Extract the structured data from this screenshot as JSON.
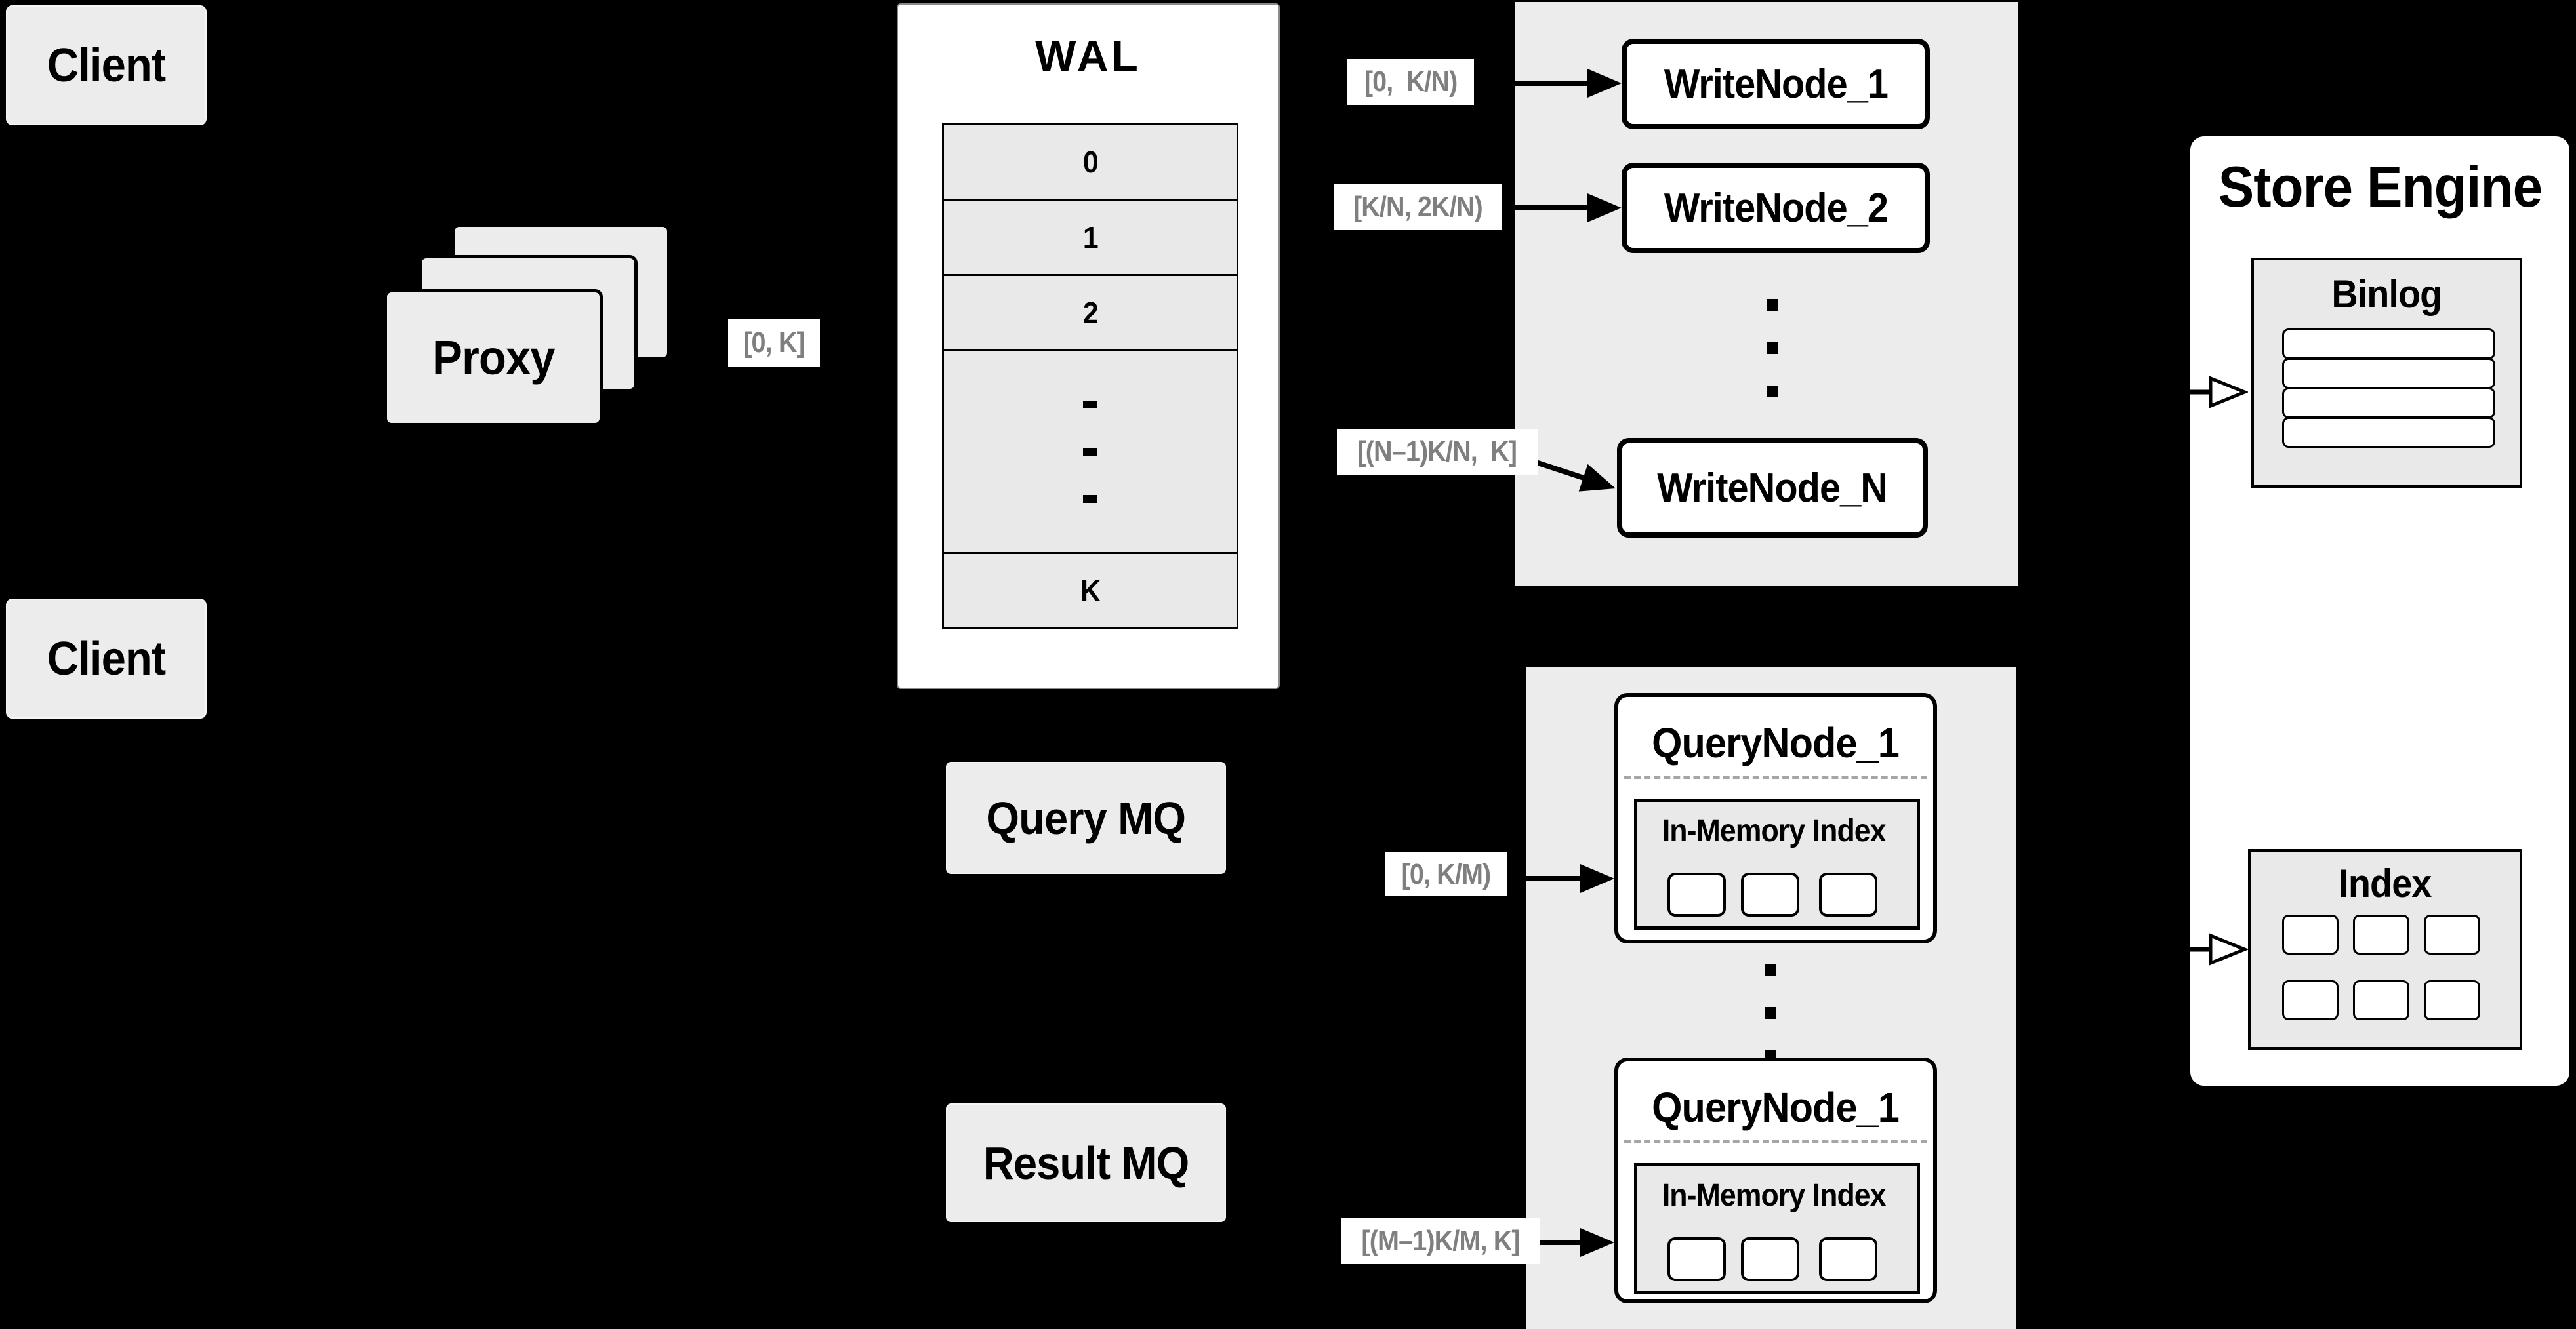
{
  "clients": {
    "top": "Client",
    "bottom": "Client"
  },
  "proxy": {
    "label": "Proxy",
    "range_label": "[0, K]"
  },
  "wal": {
    "title": "WAL",
    "segments": [
      "0",
      "1",
      "2",
      "K"
    ]
  },
  "write_cluster": {
    "ranges": [
      "[0,  K/N)",
      "[K/N, 2K/N)",
      "[(N–1)K/N,  K]"
    ],
    "nodes": [
      "WriteNode_1",
      "WriteNode_2",
      "WriteNode_N"
    ]
  },
  "store_engine": {
    "title": "Store Engine",
    "binlog_title": "Binlog",
    "index_title": "Index"
  },
  "queues": {
    "query": "Query MQ",
    "result": "Result MQ"
  },
  "query_cluster": {
    "ranges": [
      "[0, K/M)",
      "[(M–1)K/M, K]"
    ],
    "nodes": [
      {
        "title": "QueryNode_1",
        "inner": "In-Memory Index"
      },
      {
        "title": "QueryNode_1",
        "inner": "In-Memory Index"
      }
    ]
  },
  "colors": {
    "background": "#000000",
    "cluster_panel": "#ececec",
    "node_fill": "#ffffff",
    "box_fill": "#e9e9e9",
    "text": "#000000",
    "range_text": "#7f7f7f"
  }
}
